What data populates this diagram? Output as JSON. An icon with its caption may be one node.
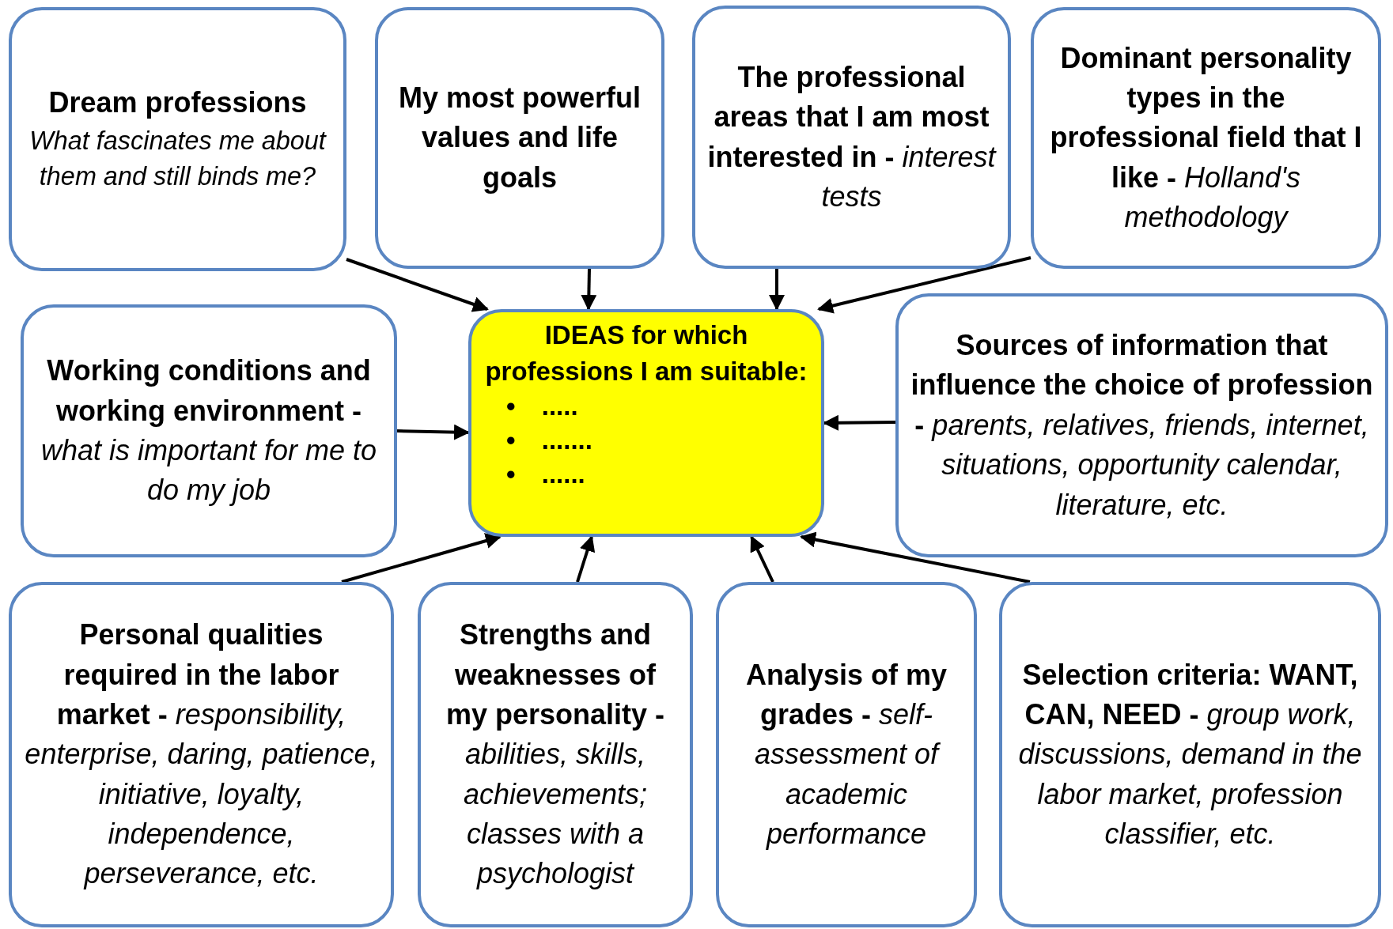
{
  "diagram": {
    "nodes": [
      {
        "text": [
          "Dream professions",
          "What fascinates me about them and still binds me?"
        ]
      },
      {
        "text": [
          "My most powerful values and life goals"
        ]
      },
      {
        "text": [
          "The professional areas that I am most interested in - *interest tests*"
        ]
      },
      {
        "text": [
          "Dominant personality types in the professional field that I like - *Holland's methodology*"
        ]
      },
      {
        "text": [
          "Working conditions and working environment - *what is important for me to do my job*"
        ]
      },
      {
        "text": [
          "IDEAS for which professions I am suitable:",
          "• .....",
          "• .......",
          "• ......"
        ]
      },
      {
        "text": [
          "Sources of information that influence the choice of profession - *parents, relatives, friends, internet, situations, opportunity calendar, literature, etc.*"
        ]
      },
      {
        "text": [
          "Personal qualities required in the labor market - *responsibility, enterprise, daring, patience, initiative, loyalty, independence, perseverance, etc.*"
        ]
      },
      {
        "text": [
          "Strengths and weaknesses of my personality - *abilities, skills, achievements; classes with a psychologist*"
        ]
      },
      {
        "text": [
          "Analysis of my grades - *self-assessment of academic performance*"
        ]
      },
      {
        "text": [
          "Selection criteria: **WANT, CAN, NEED** - *group work, discussions, demand in the labor market, profession classifier, etc.*"
        ]
      }
    ],
    "edges": [
      {
        "from": 0,
        "to": 5,
        "arrow": "to"
      },
      {
        "from": 1,
        "to": 5,
        "arrow": "to"
      },
      {
        "from": 2,
        "to": 5,
        "arrow": "to"
      },
      {
        "from": 3,
        "to": 5,
        "arrow": "to"
      },
      {
        "from": 4,
        "to": 5,
        "arrow": "to"
      },
      {
        "from": 6,
        "to": 5,
        "arrow": "to"
      },
      {
        "from": 7,
        "to": 5,
        "arrow": "to"
      },
      {
        "from": 8,
        "to": 5,
        "arrow": "to"
      },
      {
        "from": 9,
        "to": 5,
        "arrow": "to"
      },
      {
        "from": 10,
        "to": 5,
        "arrow": "to"
      }
    ]
  }
}
